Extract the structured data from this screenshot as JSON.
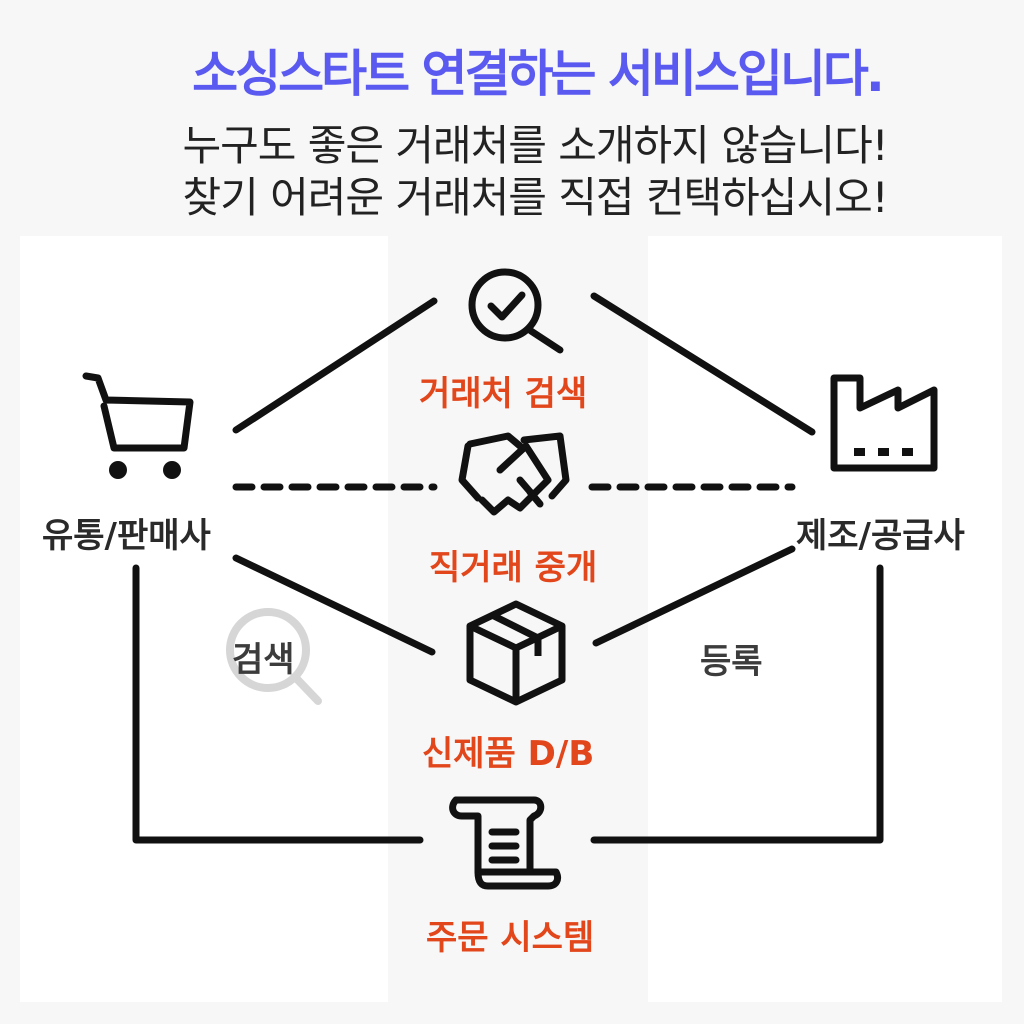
{
  "header": {
    "title": "소싱스타트 연결하는 서비스입니다.",
    "line1": "누구도 좋은 거래처를 소개하지 않습니다!",
    "line2": "찾기 어려운 거래처를 직접 컨택하십시오!"
  },
  "nodes": {
    "left": {
      "label": "유통/판매사",
      "icon": "shopping-cart-icon"
    },
    "right": {
      "label": "제조/공급사",
      "icon": "factory-icon"
    },
    "search": {
      "label": "거래처 검색",
      "icon": "search-check-icon"
    },
    "deal": {
      "label": "직거래 중개",
      "icon": "handshake-icon"
    },
    "product": {
      "label": "신제품 D/B",
      "icon": "box-icon"
    },
    "order": {
      "label": "주문 시스템",
      "icon": "scroll-icon"
    }
  },
  "edges": {
    "left_action": {
      "label": "검색",
      "icon": "search-icon"
    },
    "right_action": {
      "label": "등록"
    }
  },
  "colors": {
    "title": "#5a5af0",
    "accent": "#e2461b",
    "line": "#111111"
  }
}
